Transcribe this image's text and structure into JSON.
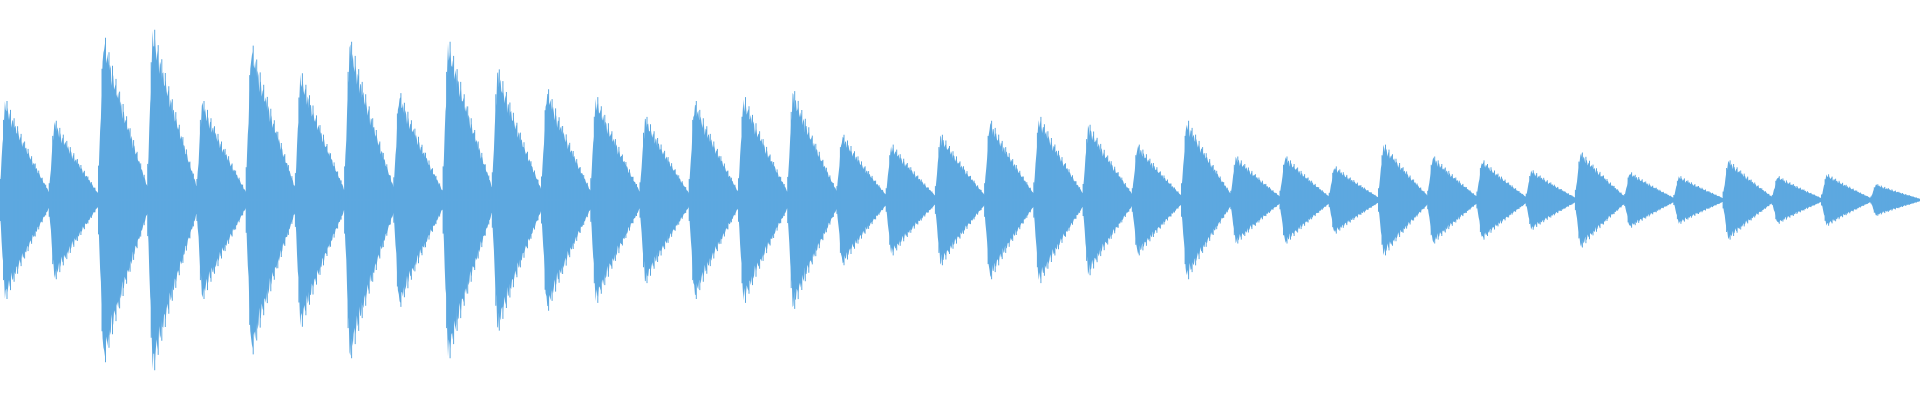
{
  "waveform": {
    "color": "#5DA8E0",
    "background": "#FFFFFF",
    "segment_count": 39,
    "note_peaks": [
      0.5,
      0.4,
      0.82,
      0.86,
      0.5,
      0.78,
      0.64,
      0.8,
      0.54,
      0.8,
      0.66,
      0.56,
      0.52,
      0.42,
      0.5,
      0.52,
      0.55,
      0.33,
      0.28,
      0.33,
      0.4,
      0.42,
      0.38,
      0.28,
      0.4,
      0.22,
      0.22,
      0.17,
      0.28,
      0.22,
      0.2,
      0.15,
      0.24,
      0.14,
      0.12,
      0.2,
      0.12,
      0.13,
      0.08
    ]
  }
}
